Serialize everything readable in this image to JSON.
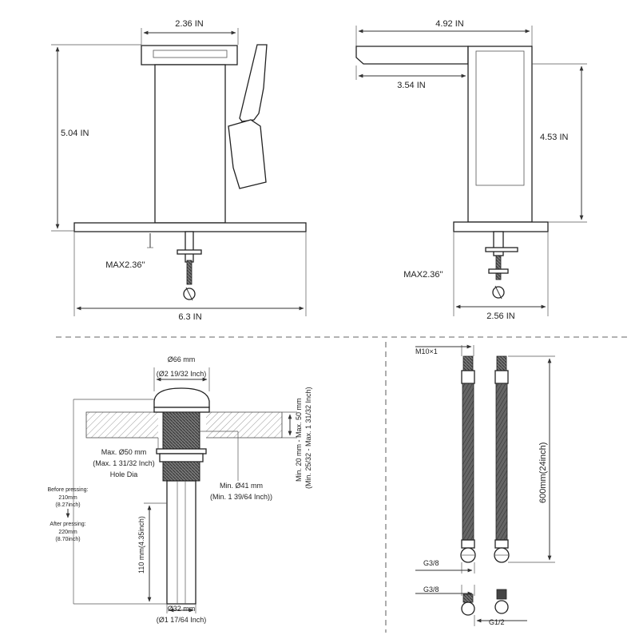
{
  "front_view": {
    "width_top": "2.36 IN",
    "height": "5.04 IN",
    "max_depth": "MAX2.36''",
    "base_width": "6.3 IN"
  },
  "side_view": {
    "spout_length": "4.92 IN",
    "spout_reach": "3.54 IN",
    "height": "4.53 IN",
    "max_depth": "MAX2.36''",
    "base_depth": "2.56 IN"
  },
  "drain": {
    "cap_dia_mm": "Ø66 mm",
    "cap_dia_in": "(Ø2 19/32 Inch)",
    "counter_thickness_mm": "Min. 20 mm - Max. 50 mm",
    "counter_thickness_in": "(Min. 25/32 - Max. 1 31/32 Inch)",
    "hole_max_mm": "Max. Ø50 mm",
    "hole_max_in": "(Max. 1 31/32 Inch)",
    "hole_label": "Hole Dia",
    "hole_min_mm": "Min. Ø41 mm",
    "hole_min_in": "(Min. 1 39/64 Inch))",
    "before_label": "Before pressing:",
    "before_mm": "210mm",
    "before_in": "(8.27inch)",
    "after_label": "After pressing:",
    "after_mm": "220mm",
    "after_in": "(8.70inch)",
    "tail_length": "110 mm(4.35inch)",
    "tail_dia_mm": "Ø32 mm",
    "tail_dia_in": "(Ø1 17/64 Inch)"
  },
  "hoses": {
    "thread_top": "M10×1",
    "length": "600mm(24inch)",
    "thread_end": "G3/8",
    "adapter_thread": "G3/8",
    "adapter_outlet": "G1/2"
  },
  "colors": {
    "line": "#333333",
    "part_fill": "#ffffff",
    "hatch": "#888888",
    "thread": "#555555"
  }
}
